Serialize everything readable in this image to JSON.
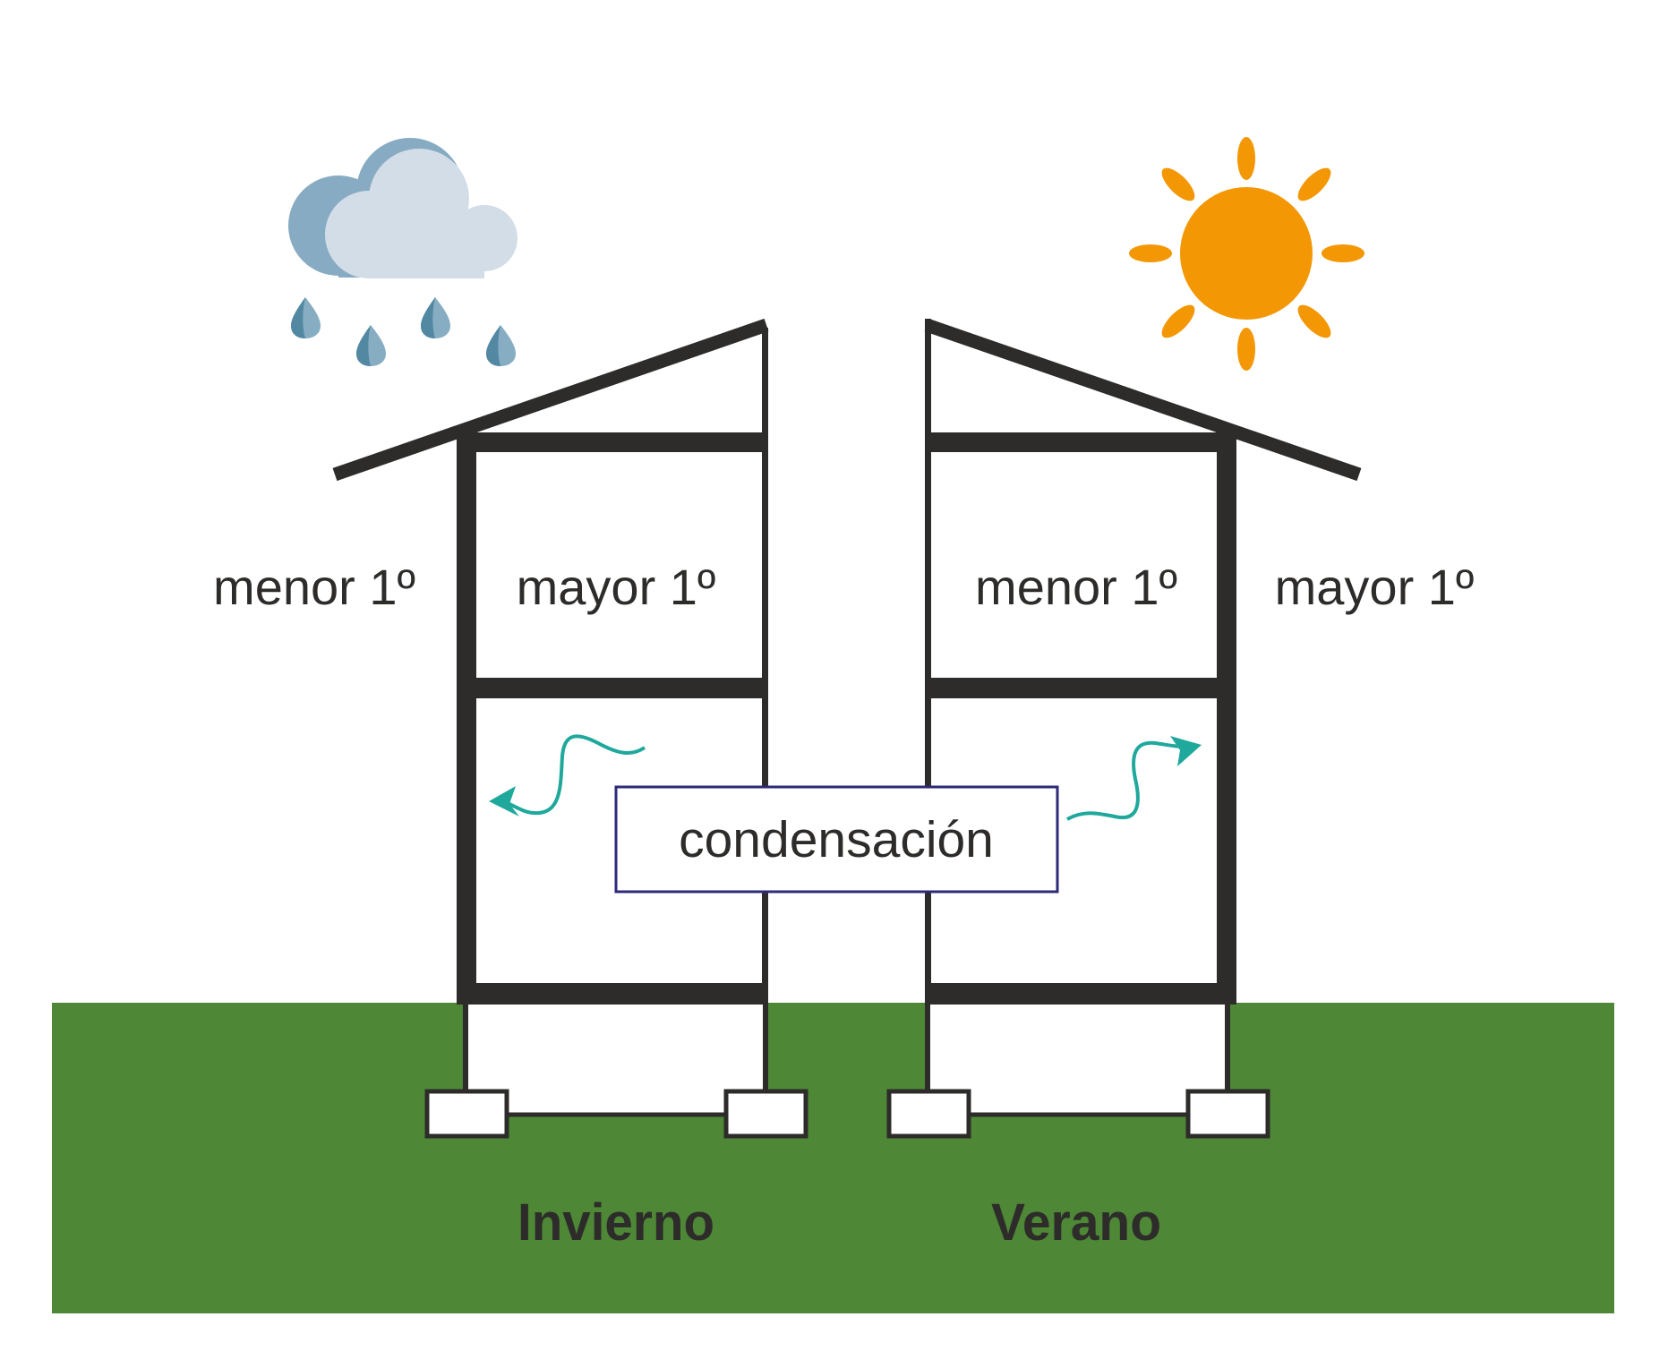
{
  "title": "Condensación en muros según estación",
  "scenes": [
    {
      "season_label": "Invierno",
      "weather_icon": "rain-cloud-icon",
      "outside_label": "menor 1º",
      "inside_label": "mayor 1º",
      "vapor_direction": "toward-left-wall"
    },
    {
      "season_label": "Verano",
      "weather_icon": "sun-icon",
      "inside_label": "menor 1º",
      "outside_label": "mayor 1º",
      "vapor_direction": "toward-right-wall"
    }
  ],
  "center_label": "condensación",
  "colors": {
    "ground": "#4e8736",
    "structure": "#2d2c2a",
    "sun": "#f39704",
    "cloud_front": "#d3dde8",
    "cloud_back": "#87abc2",
    "drop_dark": "#5388a3",
    "drop_light": "#87adc3",
    "arrow": "#1fa89c",
    "box_border": "#2e2a7a"
  }
}
